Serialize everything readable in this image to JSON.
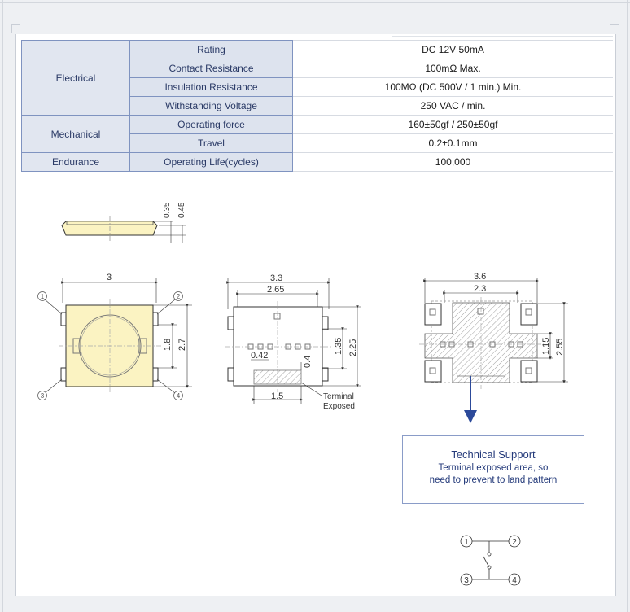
{
  "spec_table": {
    "rows": [
      {
        "category": "Electrical",
        "parameter": "Rating",
        "value": "DC 12V 50mA"
      },
      {
        "category": "",
        "parameter": "Contact Resistance",
        "value": "100mΩ Max."
      },
      {
        "category": "",
        "parameter": "Insulation Resistance",
        "value": "100MΩ (DC 500V / 1 min.) Min."
      },
      {
        "category": "",
        "parameter": "Withstanding Voltage",
        "value": "250 VAC /  min."
      },
      {
        "category": "Mechanical",
        "parameter": "Operating force",
        "value": "160±50gf / 250±50gf"
      },
      {
        "category": "",
        "parameter": "Travel",
        "value": "0.2±0.1mm"
      },
      {
        "category": "Endurance",
        "parameter": "Operating Life(cycles)",
        "value": "100,000"
      }
    ]
  },
  "side_view": {
    "dim_a": "0.35",
    "dim_b": "0.45"
  },
  "top_view": {
    "width": "3",
    "inner_height": "1.8",
    "height": "2.7",
    "pins": [
      "1",
      "2",
      "3",
      "4"
    ]
  },
  "bottom_view": {
    "width": "3.3",
    "inner_width": "2.65",
    "height_a": "1.35",
    "height_b": "2.25",
    "dim_small": "0.42",
    "dim_thin": "0.4",
    "dim_bottom": "1.5",
    "terminal_label_1": "Terminal",
    "terminal_label_2": "Exposed"
  },
  "land_pattern": {
    "width": "3.6",
    "inner_width": "2.3",
    "height_a": "1.15",
    "height_b": "2.55"
  },
  "technical_support": {
    "title": "Technical Support",
    "line1": "Terminal exposed area, so",
    "line2": "need to prevent to land pattern"
  },
  "schematic": {
    "pins": [
      "1",
      "2",
      "3",
      "4"
    ]
  },
  "colors": {
    "table_header": "#dde3ee",
    "table_border": "#7f93c0",
    "button_face": "#fbf3c2",
    "text_blue": "#243a7a"
  }
}
